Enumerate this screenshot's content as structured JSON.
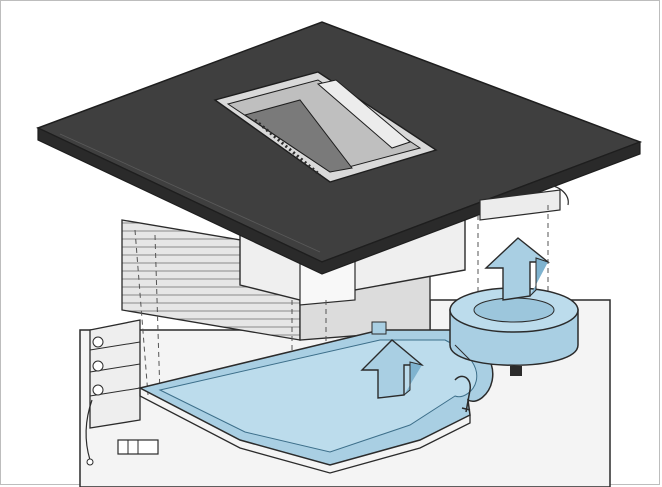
{
  "figure": {
    "kind": "installation-diagram",
    "description_visible_text": [],
    "components": [
      {
        "name": "cooktop-glass-panel",
        "color": "#3f3f3f"
      },
      {
        "name": "downdraft-air-intake-grille",
        "color": "#d9d9d9"
      },
      {
        "name": "extraction-unit-housing",
        "color": "#efefef"
      },
      {
        "name": "filter-tray",
        "color": "#a9cfe3"
      },
      {
        "name": "fan-filter-canister",
        "color": "#a9cfe3"
      },
      {
        "name": "lift-arrow-tray",
        "color": "#a9cfe3"
      },
      {
        "name": "lift-arrow-canister",
        "color": "#a9cfe3"
      }
    ],
    "colors": {
      "outline": "#2b2b2b",
      "accent_blue": "#a9cfe3",
      "accent_blue_dark": "#7fb3cf",
      "glass": "#3f3f3f",
      "housing": "#efefef",
      "guide_lines": "#555555"
    }
  }
}
